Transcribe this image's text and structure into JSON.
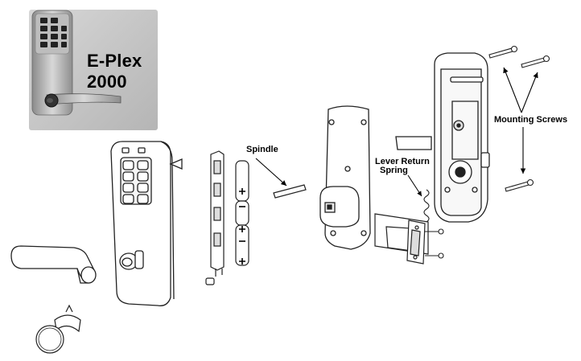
{
  "product": {
    "name": "E-Plex",
    "model": "2000"
  },
  "callouts": {
    "spindle": "Spindle",
    "lever_return_spring_line1": "Lever Return",
    "lever_return_spring_line2": "Spring",
    "mounting_screws": "Mounting Screws"
  },
  "colors": {
    "line": "#222222",
    "photo_bg": "#c9c9c9",
    "metal": "#9a9a9a"
  },
  "icons": [
    "plus-icon",
    "minus-icon"
  ]
}
